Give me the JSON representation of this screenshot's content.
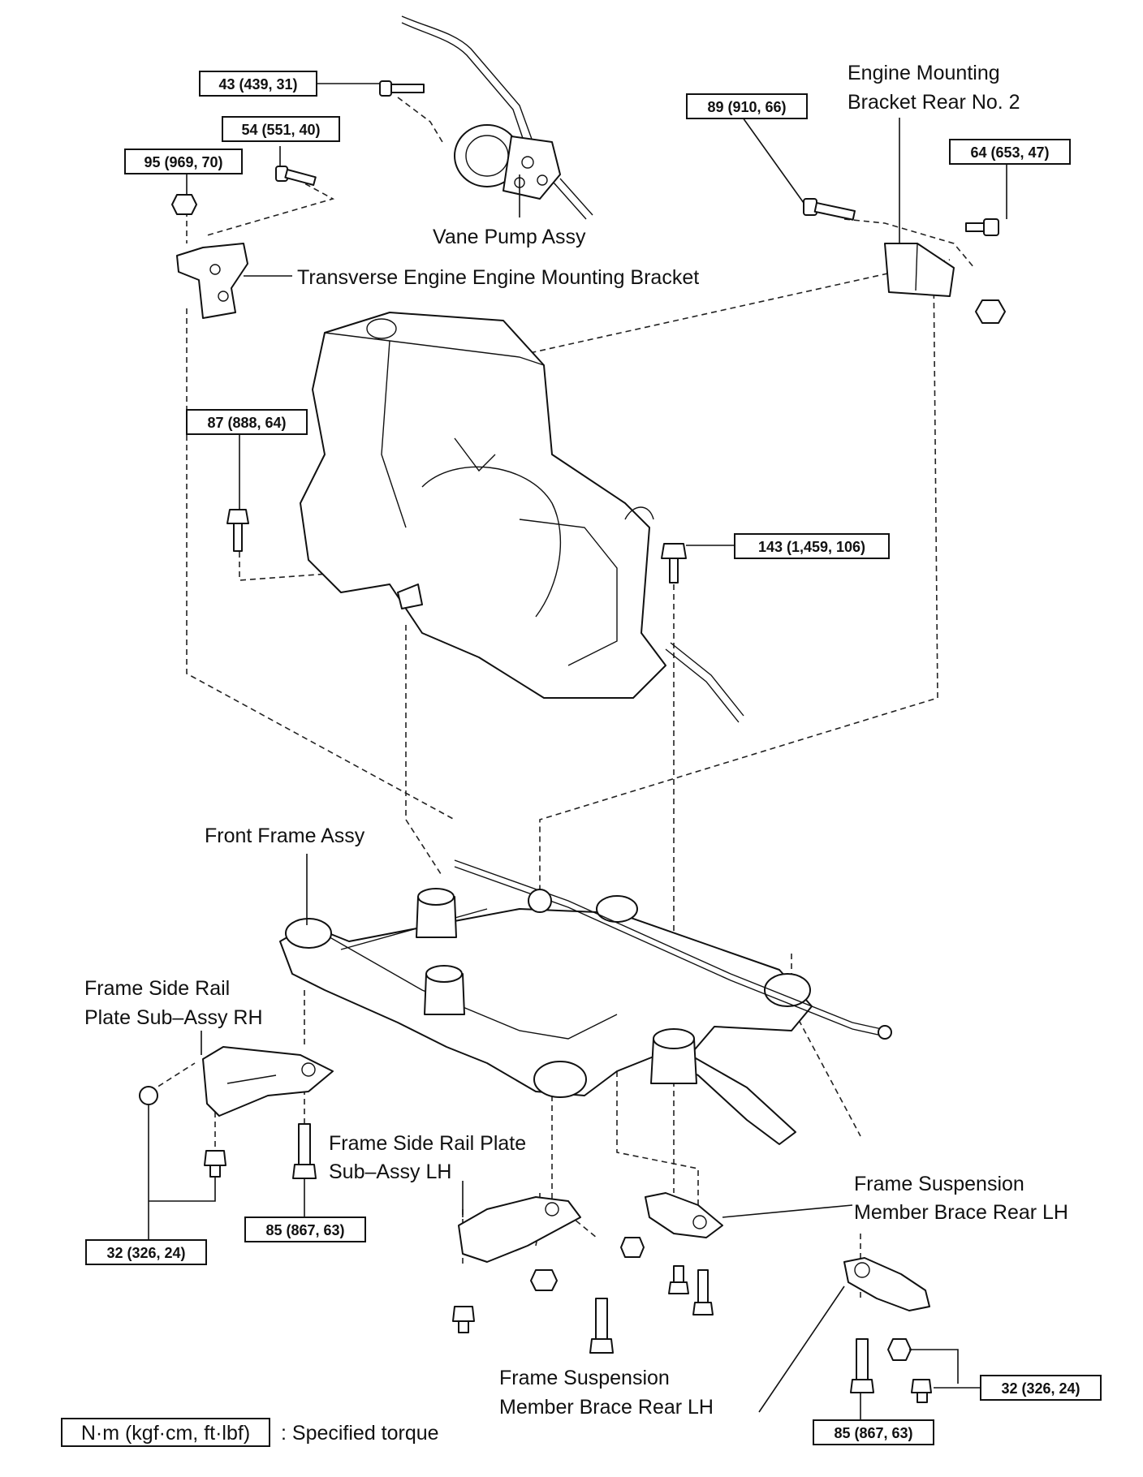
{
  "labels": {
    "vane_pump": "Vane Pump Assy",
    "transverse_bracket": "Transverse Engine Engine Mounting Bracket",
    "rear_bracket_line1": "Engine Mounting",
    "rear_bracket_line2": "Bracket Rear No. 2",
    "front_frame": "Front Frame Assy",
    "rail_rh_line1": "Frame Side Rail",
    "rail_rh_line2": "Plate Sub–Assy RH",
    "rail_lh_line1": "Frame Side Rail Plate",
    "rail_lh_line2": "Sub–Assy LH",
    "brace_right_line1": "Frame Suspension",
    "brace_right_line2": "Member Brace Rear LH",
    "brace_bottom_line1": "Frame Suspension",
    "brace_bottom_line2": "Member Brace Rear LH"
  },
  "torques": {
    "t43": "43 (439, 31)",
    "t54": "54 (551, 40)",
    "t95": "95 (969, 70)",
    "t89": "89 (910, 66)",
    "t64": "64 (653, 47)",
    "t87": "87 (888, 64)",
    "t143": "143 (1,459, 106)",
    "t32_left": "32 (326, 24)",
    "t85_left": "85 (867, 63)",
    "t32_right": "32 (326, 24)",
    "t85_right": "85 (867, 63)"
  },
  "legend": {
    "unit": "N·m (kgf·cm, ft·lbf)",
    "text": ": Specified torque"
  }
}
